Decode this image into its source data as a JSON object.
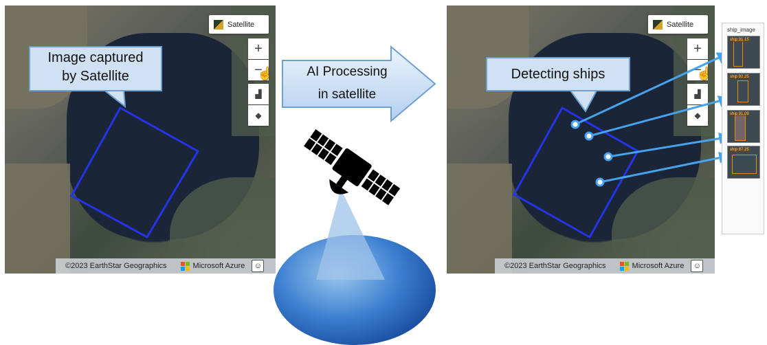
{
  "left_map": {
    "map_type_label": "Satellite",
    "zoom_in_label": "+",
    "zoom_out_label": "−",
    "footer_copyright": "©2023 EarthStar Geographics",
    "footer_provider": "Microsoft Azure",
    "callout_line1": "Image captured",
    "callout_line2": "by Satellite"
  },
  "center": {
    "arrow_line1": "AI Processing",
    "arrow_line2": "in satellite"
  },
  "right_map": {
    "map_type_label": "Satellite",
    "zoom_in_label": "+",
    "zoom_out_label": "−",
    "footer_copyright": "©2023 EarthStar Geographics",
    "footer_provider": "Microsoft Azure",
    "callout": "Detecting ships"
  },
  "ship_panel": {
    "header": "ship_image",
    "thumbnails": [
      {
        "label": "ship 91.15"
      },
      {
        "label": "ship 92.25"
      },
      {
        "label": "ship 91.09"
      },
      {
        "label": "ship 87.25"
      }
    ]
  },
  "colors": {
    "detection_box": "#2434e6",
    "pointer_arrow": "#47a3ee",
    "callout_fill": "#cfe1f3",
    "ms_red": "#f25022",
    "ms_green": "#7fba00",
    "ms_blue": "#00a4ef",
    "ms_yellow": "#ffb900"
  },
  "icons": [
    "map-type-swatch-icon",
    "zoom-in-icon",
    "zoom-out-icon",
    "hand-cursor-icon",
    "pitch-icon",
    "compass-icon",
    "feedback-smiley-icon",
    "microsoft-logo-icon",
    "satellite-icon"
  ]
}
